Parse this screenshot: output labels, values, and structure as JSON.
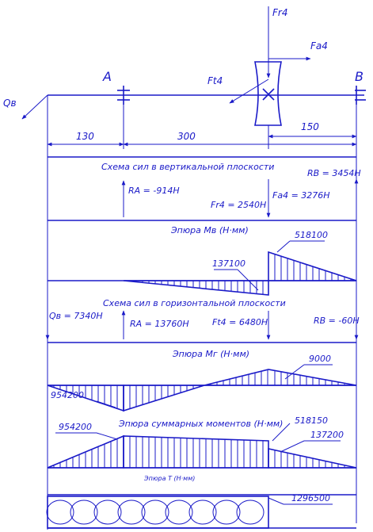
{
  "color": "#1a1ac8",
  "forces": {
    "fr4": "Fr4",
    "fa4": "Fa4",
    "ft4": "Ft4",
    "qb": "Qв"
  },
  "supports": {
    "a": "A",
    "b": "B"
  },
  "dims": {
    "d1": "130",
    "d2": "300",
    "d3": "150"
  },
  "vertical": {
    "title": "Схема сил в вертикальной плоскости",
    "ra": "RA = -914H",
    "rb": "RB = 3454H",
    "fr4": "Fr4 = 2540H",
    "fa4": "Fa4 = 3276H"
  },
  "moment_v": {
    "title": "Эпюра Мв (Н·мм)",
    "v1": "518100",
    "v2": "137100"
  },
  "horizontal": {
    "title": "Схема сил в горизонтальной плоскости",
    "qb": "Qв = 7340H",
    "ra": "RA = 13760H",
    "ft4": "Ft4 = 6480H",
    "rb": "RB = -60H"
  },
  "moment_h": {
    "title": "Эпюра Мг (Н·мм)",
    "v1": "9000",
    "v2": "954200"
  },
  "moment_sum": {
    "title": "Эпюра суммарных моментов (Н·мм)",
    "v1": "954200",
    "v2": "518150",
    "v3": "137200"
  },
  "torque": {
    "title": "Эпюра T (Н·мм)",
    "v1": "1296500"
  }
}
